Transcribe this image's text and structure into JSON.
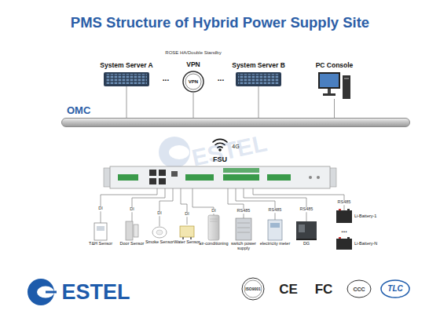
{
  "diagram": {
    "title": "PMS Structure of Hybrid Power Supply Site",
    "nodes": [
      {
        "text": [
          "System Server A"
        ]
      },
      {
        "text": [
          "VPN",
          "VPN"
        ]
      },
      {
        "text": [
          "System Server B"
        ]
      },
      {
        "text": [
          "PC Console"
        ]
      },
      {
        "text": [
          "OMC"
        ]
      },
      {
        "text": [
          "FSU"
        ]
      },
      {
        "text": [
          "T&H Sensor"
        ]
      },
      {
        "text": [
          "Door Sensor"
        ]
      },
      {
        "text": [
          "Smoke Sensor"
        ]
      },
      {
        "text": [
          "Water Sensor"
        ]
      },
      {
        "text": [
          "air-conditioning"
        ]
      },
      {
        "text": [
          "switch power supply"
        ]
      },
      {
        "text": [
          "electricity meter"
        ]
      },
      {
        "text": [
          "DG"
        ]
      },
      {
        "text": [
          "Li-Battery-1"
        ]
      },
      {
        "text": [
          "Li-Battery-N"
        ]
      }
    ],
    "edges": [
      {
        "from": 0,
        "to": 4,
        "arrow": "none"
      },
      {
        "from": 1,
        "to": 4,
        "arrow": "none"
      },
      {
        "from": 2,
        "to": 4,
        "arrow": "none"
      },
      {
        "from": 3,
        "to": 4,
        "arrow": "none"
      },
      {
        "from": 5,
        "to": 6,
        "label": "DI",
        "arrow": "none"
      },
      {
        "from": 5,
        "to": 7,
        "label": "DI",
        "arrow": "none"
      },
      {
        "from": 5,
        "to": 8,
        "label": "DI",
        "arrow": "none"
      },
      {
        "from": 5,
        "to": 9,
        "label": "DI",
        "arrow": "none"
      },
      {
        "from": 5,
        "to": 10,
        "label": "DI",
        "arrow": "none"
      },
      {
        "from": 5,
        "to": 11,
        "label": "RS485",
        "arrow": "none"
      },
      {
        "from": 5,
        "to": 12,
        "label": "RS485",
        "arrow": "none"
      },
      {
        "from": 5,
        "to": 13,
        "label": "RS485",
        "arrow": "none"
      },
      {
        "from": 5,
        "to": 14,
        "label": "RS485",
        "arrow": "none"
      }
    ],
    "labels": [
      "ROSE HA/Double Standby",
      "...",
      "...",
      "ESTEL",
      "4G",
      "...",
      "ESTEL",
      "ISO9001",
      "CE",
      "FC",
      "CCC",
      "TLC"
    ]
  }
}
